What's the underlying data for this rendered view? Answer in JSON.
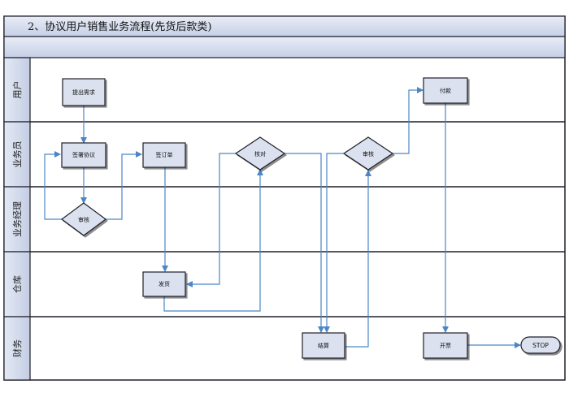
{
  "title": "2、协议用户销售业务流程(先货后款类)",
  "lanes": [
    {
      "id": "user",
      "label": "用户"
    },
    {
      "id": "sales",
      "label": "业务员"
    },
    {
      "id": "manager",
      "label": "业务经理"
    },
    {
      "id": "warehouse",
      "label": "仓库"
    },
    {
      "id": "finance",
      "label": "财务"
    }
  ],
  "nodes": {
    "demand": {
      "label": "提出需求",
      "shape": "process"
    },
    "sign_agreement": {
      "label": "签署协议",
      "shape": "process"
    },
    "review_manager": {
      "label": "审核",
      "shape": "decision"
    },
    "sign_order": {
      "label": "签订单",
      "shape": "process"
    },
    "ship": {
      "label": "发货",
      "shape": "process"
    },
    "verify": {
      "label": "核对",
      "shape": "decision"
    },
    "review_sales": {
      "label": "审核",
      "shape": "decision"
    },
    "settle": {
      "label": "结算",
      "shape": "process"
    },
    "pay": {
      "label": "付款",
      "shape": "process"
    },
    "invoice": {
      "label": "开票",
      "shape": "process"
    },
    "stop": {
      "label": "STOP",
      "shape": "terminator"
    }
  },
  "colors": {
    "frame": "#1f1f2a",
    "header_fill": "#d5dced",
    "lane_label_fill": "#cdd6ea",
    "node_fill": "#dbe1ef",
    "arrow": "#4a86c8"
  }
}
